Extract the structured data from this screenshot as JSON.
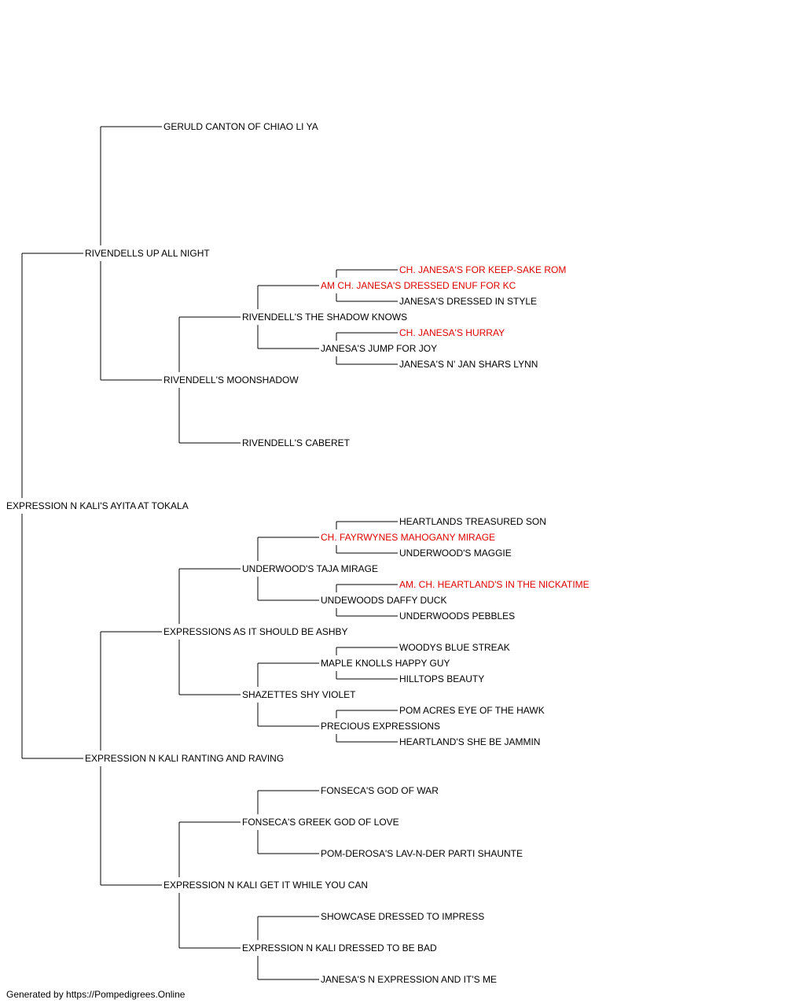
{
  "colors": {
    "titled": "#e00000",
    "normal": "#000000",
    "line": "#000000"
  },
  "footer": "Generated by https://Pompedigrees.Online",
  "pedigree": {
    "name": "EXPRESSION N KALI'S AYITA AT TOKALA",
    "sire": {
      "name": "RIVENDELLS UP ALL NIGHT",
      "sire": {
        "name": "GERULD CANTON OF CHIAO LI YA"
      },
      "dam": {
        "name": "RIVENDELL'S MOONSHADOW",
        "sire": {
          "name": "RIVENDELL'S THE SHADOW KNOWS",
          "sire": {
            "name": "AM CH. JANESA'S DRESSED ENUF FOR KC",
            "titled": true,
            "sire": {
              "name": "CH. JANESA'S FOR KEEP-SAKE ROM",
              "titled": true
            },
            "dam": {
              "name": "JANESA'S DRESSED IN STYLE"
            }
          },
          "dam": {
            "name": "JANESA'S JUMP FOR JOY",
            "sire": {
              "name": "CH. JANESA'S HURRAY",
              "titled": true
            },
            "dam": {
              "name": "JANESA'S N' JAN SHARS LYNN"
            }
          }
        },
        "dam": {
          "name": "RIVENDELL'S CABERET"
        }
      }
    },
    "dam": {
      "name": "EXPRESSION N KALI RANTING AND RAVING",
      "sire": {
        "name": "EXPRESSIONS AS IT SHOULD BE ASHBY",
        "sire": {
          "name": "UNDERWOOD'S TAJA MIRAGE",
          "sire": {
            "name": "CH. FAYRWYNES MAHOGANY MIRAGE",
            "titled": true,
            "sire": {
              "name": "HEARTLANDS TREASURED SON"
            },
            "dam": {
              "name": "UNDERWOOD'S MAGGIE"
            }
          },
          "dam": {
            "name": "UNDEWOODS DAFFY DUCK",
            "sire": {
              "name": "AM. CH. HEARTLAND'S IN THE NICKATIME",
              "titled": true
            },
            "dam": {
              "name": "UNDERWOODS PEBBLES"
            }
          }
        },
        "dam": {
          "name": "SHAZETTES SHY VIOLET",
          "sire": {
            "name": "MAPLE KNOLLS HAPPY GUY",
            "sire": {
              "name": "WOODYS BLUE STREAK"
            },
            "dam": {
              "name": "HILLTOPS BEAUTY"
            }
          },
          "dam": {
            "name": "PRECIOUS EXPRESSIONS",
            "sire": {
              "name": "POM ACRES EYE OF THE HAWK"
            },
            "dam": {
              "name": "HEARTLAND'S SHE BE JAMMIN"
            }
          }
        }
      },
      "dam": {
        "name": "EXPRESSION N KALI GET IT WHILE YOU CAN",
        "sire": {
          "name": "FONSECA'S GREEK GOD OF LOVE",
          "sire": {
            "name": "FONSECA'S GOD OF WAR"
          },
          "dam": {
            "name": "POM-DEROSA'S LAV-N-DER PARTI SHAUNTE"
          }
        },
        "dam": {
          "name": "EXPRESSION N KALI DRESSED TO BE BAD",
          "sire": {
            "name": "SHOWCASE DRESSED TO IMPRESS"
          },
          "dam": {
            "name": "JANESA'S N EXPRESSION AND IT'S ME"
          }
        }
      }
    }
  }
}
